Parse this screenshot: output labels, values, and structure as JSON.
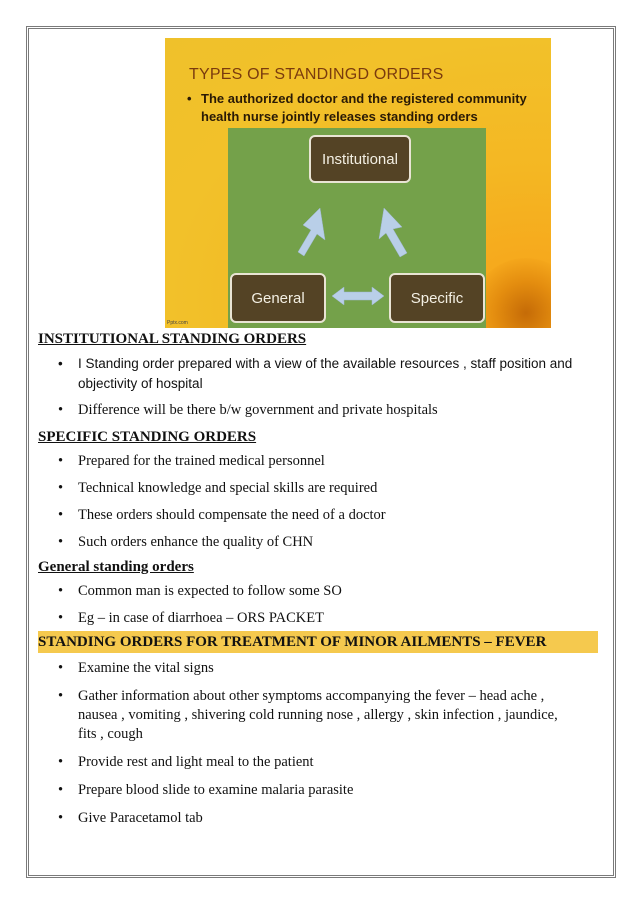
{
  "slide": {
    "title": "TYPES OF STANDINGD ORDERS",
    "bullet": "The authorized doctor and the registered community health nurse jointly releases standing orders",
    "nodes": {
      "institutional": "Institutional",
      "general": "General",
      "specific": "Specific"
    },
    "credit": "Pptx.com",
    "colors": {
      "background": "#f2c12a",
      "box": "#74a14a",
      "node": "#544325",
      "arrow": "#b9cfe8"
    }
  },
  "sections": {
    "institutional": {
      "heading": "INSTITUTIONAL STANDING ORDERS",
      "items": [
        "I  Standing order prepared with a view of the available resources , staff position and objectivity of hospital",
        "Difference will be there b/w government and private hospitals"
      ]
    },
    "specific": {
      "heading": "SPECIFIC STANDING ORDERS",
      "items": [
        "Prepared for the trained medical personnel",
        "Technical knowledge and  special skills are required",
        "These orders should compensate the need of a doctor",
        "Such orders enhance the quality of CHN"
      ]
    },
    "general": {
      "heading": "General standing orders",
      "items": [
        "Common man is expected to follow some SO",
        "Eg – in case of diarrhoea – ORS PACKET"
      ]
    },
    "fever": {
      "heading": "STANDING ORDERS FOR TREATMENT OF MINOR AILMENTS – FEVER",
      "highlight_color": "#f5c94e",
      "items": [
        "Examine the vital signs",
        "Gather information about other symptoms accompanying the fever – head ache , nausea , vomiting , shivering cold  running nose , allergy , skin infection , jaundice, fits , cough",
        "Provide rest and light meal to the patient",
        "Prepare blood slide to examine malaria parasite",
        "Give Paracetamol tab"
      ]
    }
  }
}
